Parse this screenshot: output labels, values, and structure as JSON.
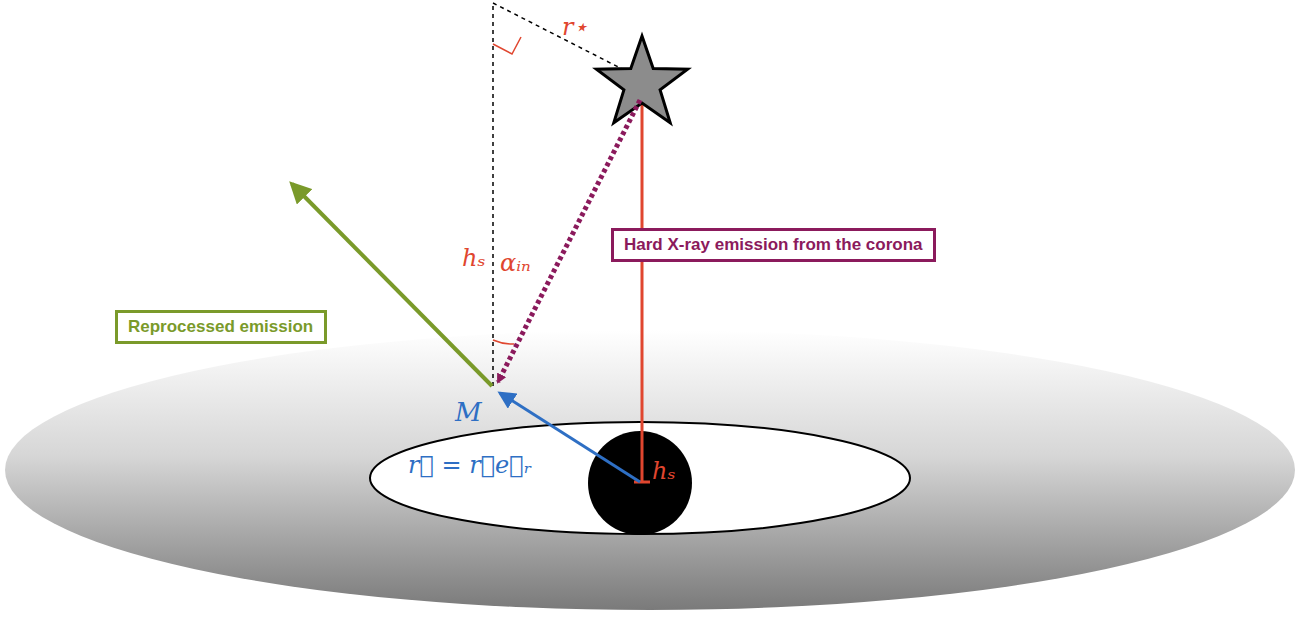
{
  "diagram": {
    "nodes": [
      {
        "text": [
          "Hard X-ray emission from the corona"
        ]
      },
      {
        "text": [
          "Reprocessed emission"
        ]
      }
    ],
    "labels": [
      "r⋆",
      "hₛ",
      "αᵢₙ",
      "hₛ",
      "M",
      "r⃗ = r⋆e⃗ᵣ"
    ]
  }
}
